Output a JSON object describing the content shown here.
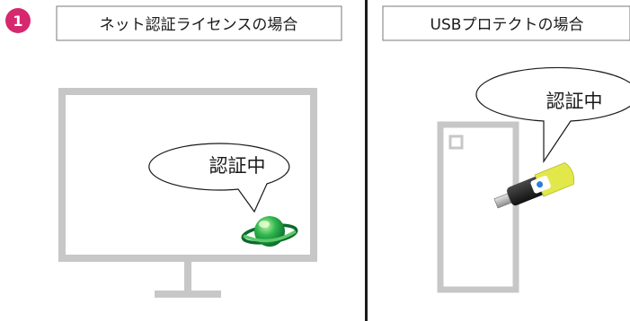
{
  "step_number": "1",
  "left_panel": {
    "title": "ネット認証ライセンスの場合",
    "bubble_text": "認証中"
  },
  "right_panel": {
    "title": "USBプロテクトの場合",
    "bubble_text": "認証中"
  },
  "colors": {
    "badge": "#d6286e",
    "outline": "#c7c7c7",
    "divider": "#1a1a1a",
    "globe": "#1fa34a",
    "usb_cap": "#e3e84a"
  }
}
